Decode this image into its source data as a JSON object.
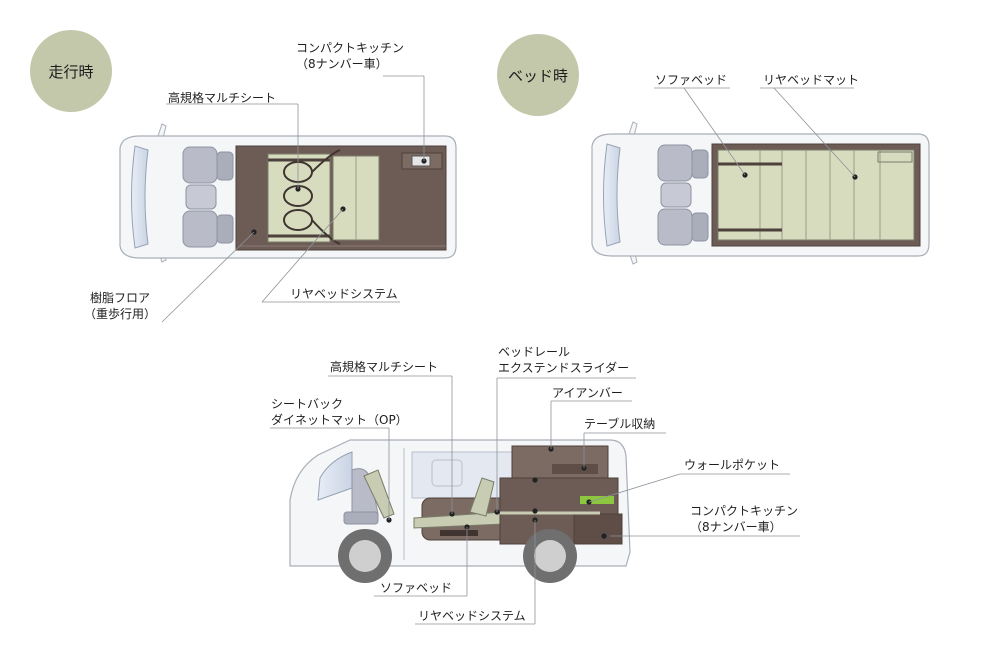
{
  "modes": {
    "driving": "走行時",
    "bed": "ベッド時"
  },
  "top_driving": {
    "kitchen_line1": "コンパクトキッチン",
    "kitchen_line2": "（8ナンバー車）",
    "multiseat": "高規格マルチシート",
    "floor_line1": "樹脂フロア",
    "floor_line2": "（重歩行用）",
    "rear_bed": "リヤベッドシステム"
  },
  "top_bed": {
    "sofa_bed": "ソファベッド",
    "rear_mat": "リヤベッドマット"
  },
  "side": {
    "multiseat": "高規格マルチシート",
    "rail_line1": "ベッドレール",
    "rail_line2": "エクステンドスライダー",
    "iron_bar": "アイアンバー",
    "seatback_line1": "シートバック",
    "seatback_line2": "ダイネットマット（OP）",
    "table_storage": "テーブル収納",
    "wall_pocket": "ウォールポケット",
    "kitchen_line1": "コンパクトキッチン",
    "kitchen_line2": "（8ナンバー車）",
    "sofa_bed": "ソファベッド",
    "rear_bed": "リヤベッドシステム"
  },
  "colors": {
    "badge": "#c4c8aa",
    "interior_brown": "#6d5c55",
    "mat_green": "#d7dcbf",
    "seat_gray": "#b9bcc8",
    "body_white": "#f4f6f8",
    "accent_green": "#8dc63f"
  }
}
